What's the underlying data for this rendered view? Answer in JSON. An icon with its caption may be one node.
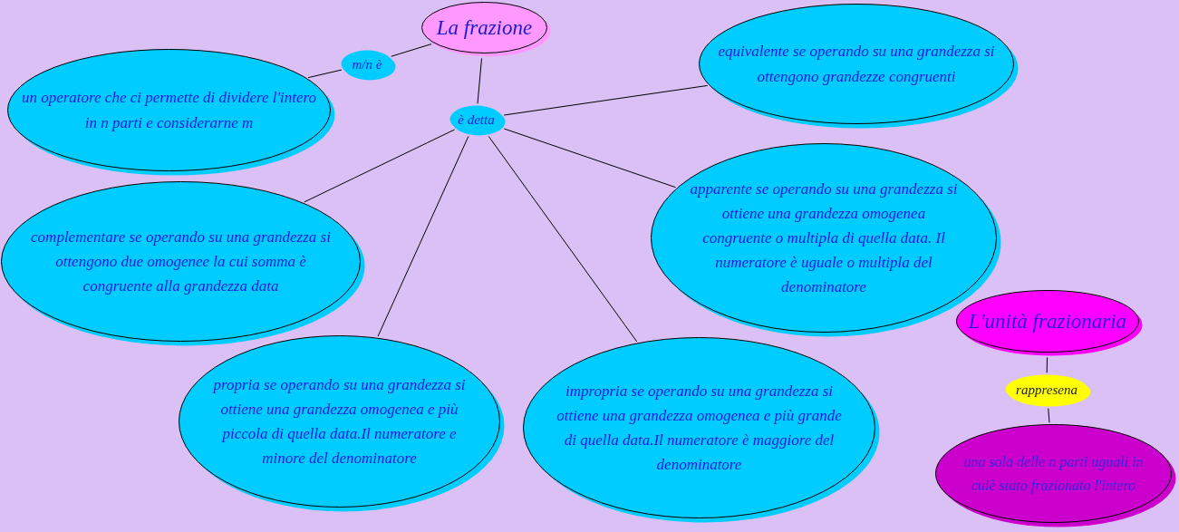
{
  "diagram": {
    "nodes": [
      {
        "text": [
          "La frazione"
        ]
      },
      {
        "text": [
          "m/n è"
        ]
      },
      {
        "text": [
          "un operatore che ci permette di dividere l'intero in n parti e considerarne m"
        ]
      },
      {
        "text": [
          "è detta"
        ]
      },
      {
        "text": [
          "equivalente se operando su una grandezza si ottengono grandezze congruenti"
        ]
      },
      {
        "text": [
          "complementare se operando su una grandezza si ottengono due omogenee la cui somma è congruente alla grandezza data"
        ]
      },
      {
        "text": [
          "apparente se operando su una grandezza si ottiene una grandezza omogenea congruente o multipla di quella data. Il numeratore è uguale o multipla del denominatore"
        ]
      },
      {
        "text": [
          "propria se operando su una grandezza si ottiene una grandezza omogenea e più piccola di quella data.Il numeratore e minore del denominatore"
        ]
      },
      {
        "text": [
          "impropria se operando su una grandezza si ottiene una grandezza omogenea e più grande di quella data.Il numeratore è maggiore del denominatore"
        ]
      },
      {
        "text": [
          "L'unità frazionaria"
        ]
      },
      {
        "text": [
          "rappresena"
        ]
      },
      {
        "text": [
          "una sola delle n parti uguali in cuiè stato frazionato l'intero"
        ]
      }
    ],
    "edges": [
      {
        "from": 0,
        "to": 1,
        "arrow": "none"
      },
      {
        "from": 1,
        "to": 2,
        "arrow": "none"
      },
      {
        "from": 0,
        "to": 3,
        "arrow": "none"
      },
      {
        "from": 3,
        "to": 4,
        "arrow": "none"
      },
      {
        "from": 3,
        "to": 5,
        "arrow": "none"
      },
      {
        "from": 3,
        "to": 6,
        "arrow": "none"
      },
      {
        "from": 3,
        "to": 7,
        "arrow": "none"
      },
      {
        "from": 3,
        "to": 8,
        "arrow": "none"
      },
      {
        "from": 9,
        "to": 10,
        "arrow": "none"
      },
      {
        "from": 10,
        "to": 11,
        "arrow": "none"
      }
    ]
  }
}
